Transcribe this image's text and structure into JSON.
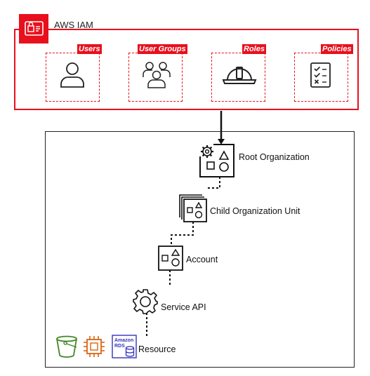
{
  "iam": {
    "title": "AWS IAM",
    "boxes": [
      {
        "label": "Users",
        "icon": "user-icon"
      },
      {
        "label": "User Groups",
        "icon": "user-groups-icon"
      },
      {
        "label": "Roles",
        "icon": "hard-hat-icon"
      },
      {
        "label": "Policies",
        "icon": "checklist-icon"
      }
    ]
  },
  "hierarchy": {
    "nodes": [
      {
        "label": "Root Organization",
        "icon": "root-organization-icon"
      },
      {
        "label": "Child Organization Unit",
        "icon": "organizational-unit-icon"
      },
      {
        "label": "Account",
        "icon": "account-icon"
      },
      {
        "label": "Service API",
        "icon": "gear-icon"
      },
      {
        "label": "Resource",
        "icons": [
          "s3-bucket-icon",
          "ec2-instance-icon",
          "rds-database-icon"
        ]
      }
    ],
    "rds_icon_text": [
      "Amazon",
      "RDS"
    ]
  },
  "colors": {
    "iam_red": "#e8101d",
    "s3_green": "#3f8624",
    "ec2_orange": "#d86613",
    "rds_blue": "#3334b9"
  }
}
